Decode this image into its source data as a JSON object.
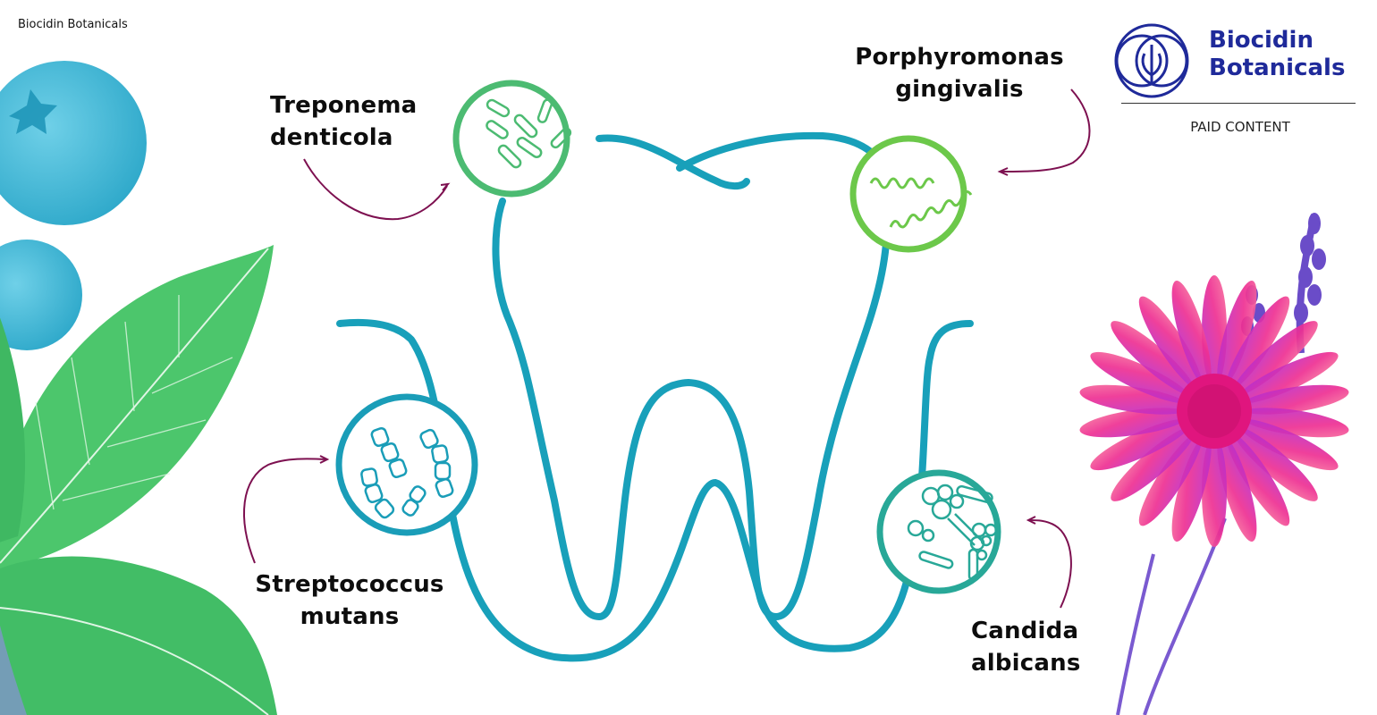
{
  "header": {
    "brand_tag": "Biocidin Botanicals"
  },
  "logo": {
    "name_line1": "Biocidin",
    "name_line2": "Botanicals",
    "paid_label": "PAID CONTENT",
    "color": "#1f2a9a"
  },
  "diagram": {
    "subject": "tooth",
    "tooth_color": "#18a0ba",
    "arrow_color": "#7d1050",
    "microbes": [
      {
        "name_line1": "Treponema",
        "name_line2": "denticola",
        "icon": "rod-bacteria-icon",
        "color": "#4cbb72"
      },
      {
        "name_line1": "Porphyromonas",
        "name_line2": "gingivalis",
        "icon": "spiral-bacteria-icon",
        "color": "#6cc84a"
      },
      {
        "name_line1": "Streptococcus",
        "name_line2": "mutans",
        "icon": "chain-cocci-icon",
        "color": "#1a9db8"
      },
      {
        "name_line1": "Candida",
        "name_line2": "albicans",
        "icon": "yeast-hyphae-icon",
        "color": "#28a898"
      }
    ]
  },
  "decor": {
    "blueberry_color": "#3cb4d4",
    "mint_color": "#46c46a",
    "echinacea_color": "#e8309a",
    "lavender_color": "#6a4cc8"
  }
}
